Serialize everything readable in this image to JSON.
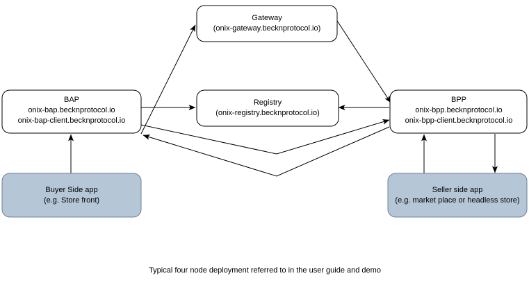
{
  "diagram": {
    "caption": "Typical four node deployment referred to in the user guide and demo",
    "colors": {
      "node_fill": "#ffffff",
      "node_stroke": "#000000",
      "app_fill": "#b5c6d7",
      "app_stroke": "#6d8297",
      "edge_stroke": "#000000",
      "background": "#ffffff"
    },
    "nodes": [
      {
        "id": "gateway",
        "title": "Gateway",
        "subtitle": "(onix-gateway.becknprotocol.io)",
        "line3": "",
        "filled": false
      },
      {
        "id": "bap",
        "title": "BAP",
        "subtitle": "onix-bap.becknprotocol.io",
        "line3": "onix-bap-client.becknprotocol.io",
        "filled": false
      },
      {
        "id": "registry",
        "title": "Registry",
        "subtitle": "(onix-registry.becknprotocol.io)",
        "line3": "",
        "filled": false
      },
      {
        "id": "bpp",
        "title": "BPP",
        "subtitle": "onix-bpp.becknprotocol.io",
        "line3": "onix-bpp-client.becknprotocol.io",
        "filled": false
      },
      {
        "id": "buyer-app",
        "title": "Buyer Side app",
        "subtitle": "(e.g. Store front)",
        "line3": "",
        "filled": true
      },
      {
        "id": "seller-app",
        "title": "Seller side app",
        "subtitle": "(e.g. market place or headless store)",
        "line3": "",
        "filled": true
      }
    ],
    "edges": [
      {
        "id": "bap-to-gateway",
        "from": "bap",
        "to": "gateway",
        "arrow": "end"
      },
      {
        "id": "gateway-to-bpp",
        "from": "gateway",
        "to": "bpp",
        "arrow": "end"
      },
      {
        "id": "bap-to-registry",
        "from": "bap",
        "to": "registry",
        "arrow": "end"
      },
      {
        "id": "bpp-to-registry",
        "from": "bpp",
        "to": "registry",
        "arrow": "end"
      },
      {
        "id": "bap-to-bpp",
        "from": "bap",
        "to": "bpp",
        "arrow": "end"
      },
      {
        "id": "bpp-to-bap",
        "from": "bpp",
        "to": "bap",
        "arrow": "end"
      },
      {
        "id": "buyer-app-to-bap",
        "from": "buyer-app",
        "to": "bap",
        "arrow": "end"
      },
      {
        "id": "seller-app-to-bpp",
        "from": "seller-app",
        "to": "bpp",
        "arrow": "end"
      },
      {
        "id": "bpp-to-seller-app",
        "from": "bpp",
        "to": "seller-app",
        "arrow": "end"
      }
    ]
  }
}
